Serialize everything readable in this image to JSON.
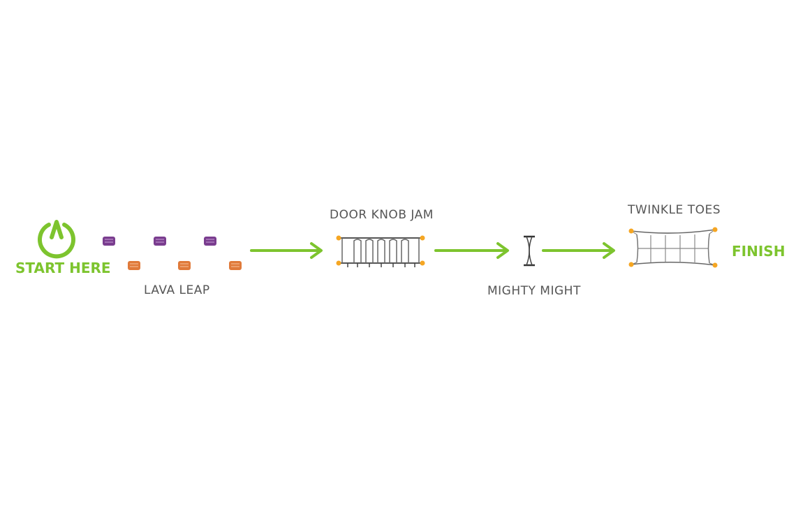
{
  "course": {
    "start_label": "START HERE",
    "finish_label": "FINISH",
    "stations": [
      {
        "label": "LAVA LEAP"
      },
      {
        "label": "DOOR KNOB JAM"
      },
      {
        "label": "MIGHTY MIGHT"
      },
      {
        "label": "TWINKLE TOES"
      }
    ]
  },
  "colors": {
    "accent": "#7dc42e",
    "label": "#555555",
    "purple_pad": "#7a3d8f",
    "orange_pad": "#e07a3a",
    "anchor": "#f5a623",
    "frame": "#555555"
  },
  "icons": {
    "start": "power-icon",
    "arrow": "arrow-right-icon"
  }
}
